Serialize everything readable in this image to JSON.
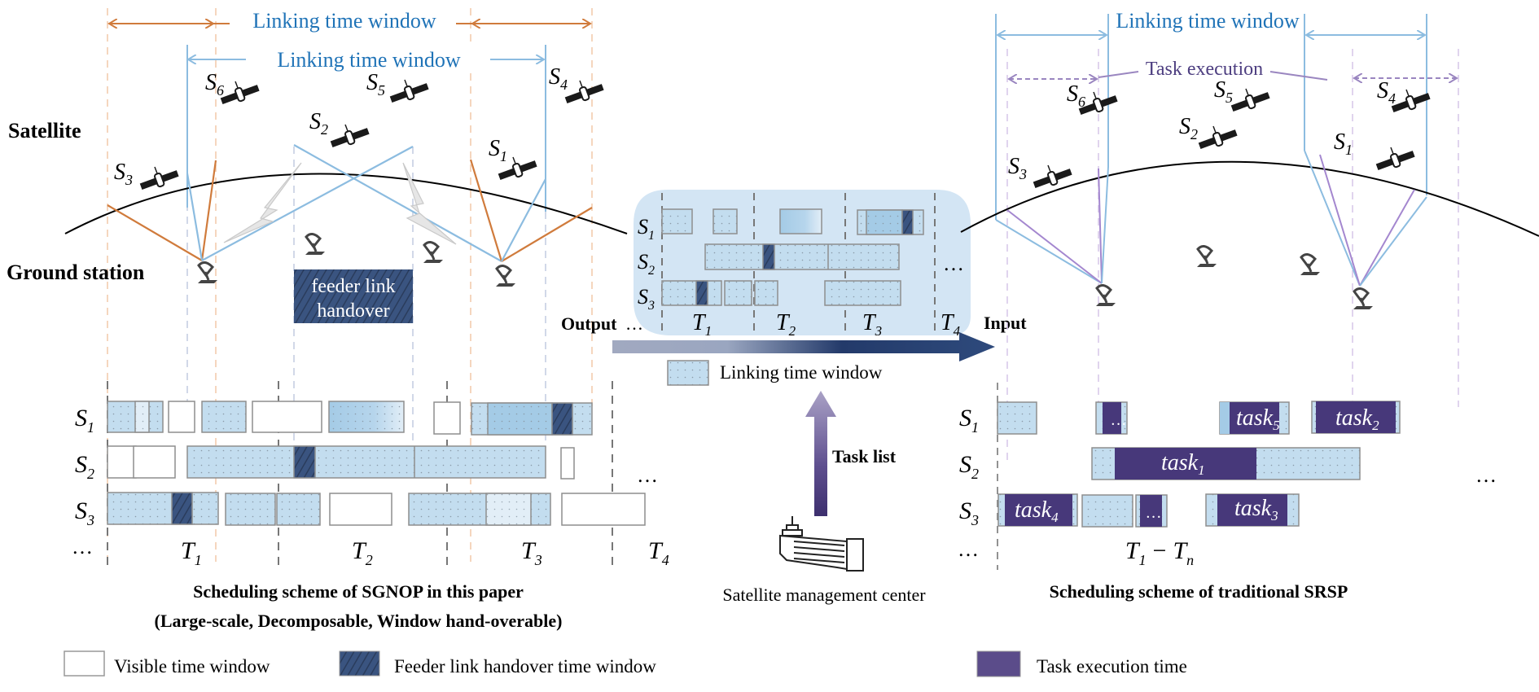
{
  "colors": {
    "linking_window": "#c3ddef",
    "linking_window_dark": "#a4cbe6",
    "linking_window_light": "#e2eef7",
    "visible_window": "#ffffff",
    "feeder_handover": "#3a5480",
    "task_execution": "#47387a",
    "orange_line": "#d07b3c",
    "blue_line": "#8cbce0",
    "purple_line": "#a487cf",
    "title_blue": "#1f73b7",
    "title_purple": "#4d3e80",
    "center_panel": "#d3e5f4"
  },
  "left_panel": {
    "satellite_label": "Satellite",
    "ground_label": "Ground station",
    "linking_top": "Linking time window",
    "linking_mid": "Linking time window",
    "feeder_box": [
      "feeder link",
      "handover"
    ],
    "satellites": [
      {
        "name": "S",
        "sub": "6"
      },
      {
        "name": "S",
        "sub": "5"
      },
      {
        "name": "S",
        "sub": "4"
      },
      {
        "name": "S",
        "sub": "2"
      },
      {
        "name": "S",
        "sub": "1"
      },
      {
        "name": "S",
        "sub": "3"
      }
    ],
    "rows": [
      {
        "name": "S",
        "sub": "1"
      },
      {
        "name": "S",
        "sub": "2"
      },
      {
        "name": "S",
        "sub": "3"
      }
    ],
    "more_rows": "…",
    "more_cols": "…",
    "periods": [
      {
        "name": "T",
        "sub": "1"
      },
      {
        "name": "T",
        "sub": "2"
      },
      {
        "name": "T",
        "sub": "3"
      },
      {
        "name": "T",
        "sub": "4"
      }
    ],
    "caption_line1": "Scheduling scheme of SGNOP in this paper",
    "caption_line2": "(Large-scale, Decomposable, Window hand-overable)"
  },
  "center_panel": {
    "rows": [
      {
        "name": "S",
        "sub": "1"
      },
      {
        "name": "S",
        "sub": "2"
      },
      {
        "name": "S",
        "sub": "3"
      }
    ],
    "periods": [
      {
        "name": "T",
        "sub": "1"
      },
      {
        "name": "T",
        "sub": "2"
      },
      {
        "name": "T",
        "sub": "3"
      },
      {
        "name": "T",
        "sub": "4"
      }
    ],
    "more": "…",
    "output_label": "Output",
    "output_dots": "…",
    "input_label": "Input",
    "legend_linking": "Linking time window",
    "task_list_label": "Task list",
    "center_label": "Satellite management center"
  },
  "right_panel": {
    "linking_top": "Linking time window",
    "task_execution": "Task execution",
    "satellites": [
      {
        "name": "S",
        "sub": "6"
      },
      {
        "name": "S",
        "sub": "5"
      },
      {
        "name": "S",
        "sub": "4"
      },
      {
        "name": "S",
        "sub": "2"
      },
      {
        "name": "S",
        "sub": "1"
      },
      {
        "name": "S",
        "sub": "3"
      }
    ],
    "rows": [
      {
        "name": "S",
        "sub": "1"
      },
      {
        "name": "S",
        "sub": "2"
      },
      {
        "name": "S",
        "sub": "3"
      }
    ],
    "more_rows": "…",
    "more_cols": "…",
    "tasks": [
      {
        "name": "task",
        "sub": "5"
      },
      {
        "name": "task",
        "sub": "2"
      },
      {
        "name": "task",
        "sub": "1"
      },
      {
        "name": "task",
        "sub": "4"
      },
      {
        "name": "task",
        "sub": "3"
      }
    ],
    "task_ellipsis": "…",
    "period_range": {
      "a": "T",
      "a_sub": "1",
      "dash": "−",
      "b": "T",
      "b_sub": "n"
    },
    "caption": "Scheduling scheme of traditional SRSP"
  },
  "legend": [
    {
      "key": "visible",
      "label": "Visible time window"
    },
    {
      "key": "feeder",
      "label": "Feeder link handover time window"
    },
    {
      "key": "task",
      "label": "Task execution time"
    }
  ]
}
